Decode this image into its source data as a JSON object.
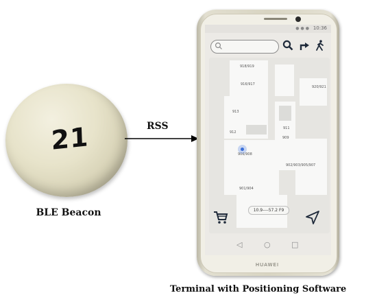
{
  "beacon": {
    "number": "21",
    "label": "BLE Beacon"
  },
  "arrow": {
    "label": "RSS"
  },
  "phone": {
    "label": "Terminal with Positioning Software",
    "brand": "HUAWEI",
    "status_time": "10:36",
    "coordinate_text": "10.9----57.2  F9",
    "icons": [
      "search-icon",
      "directions-icon",
      "walk-icon",
      "cart-icon",
      "navigate-icon",
      "back-icon",
      "home-icon",
      "recent-apps-icon"
    ],
    "map_labels": {
      "r918": "918/919",
      "r916": "916/917",
      "r913": "913",
      "r912": "912",
      "r906": "906/908",
      "r911": "911",
      "r909": "909",
      "r902": "902/903/905/907",
      "r901": "901/904",
      "r920": "920/921"
    }
  },
  "colors": {
    "location_dot": "#3b6fd8",
    "beacon_body": "#e7e3ca",
    "phone_body": "#d8d4c2"
  }
}
